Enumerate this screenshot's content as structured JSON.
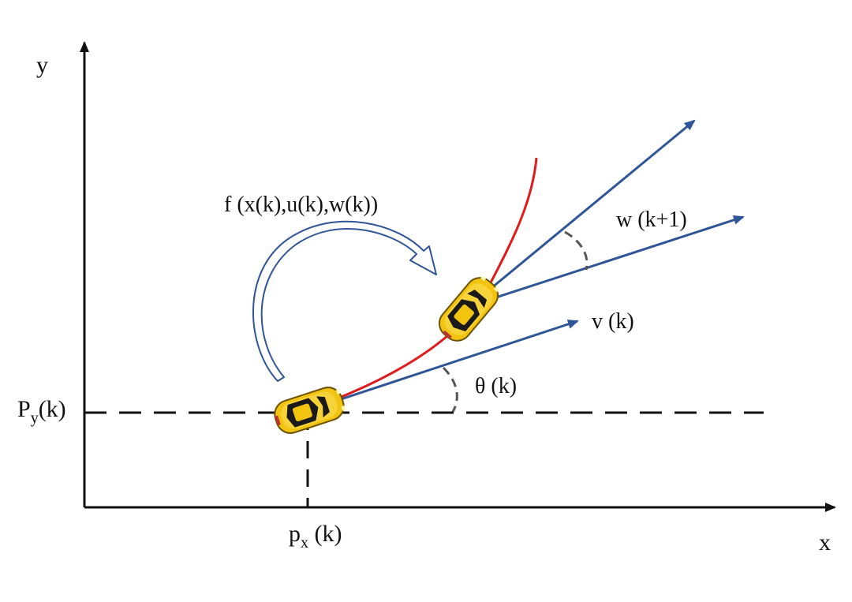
{
  "axes": {
    "x_label": "x",
    "y_label": "y"
  },
  "labels": {
    "py_main": "P",
    "py_sub": "y",
    "py_arg": "(k)",
    "px_main": "p",
    "px_sub": "x",
    "px_arg": " (k)",
    "transition": "f (x(k),u(k),w(k))",
    "velocity": "v (k)",
    "heading": "θ (k)",
    "yaw_rate": "w (k+1)"
  },
  "colors": {
    "axis": "#111111",
    "trajectory": "#e01b1b",
    "vector": "#2f5597",
    "transition_arrow": "#2f5597",
    "car_body": "#f2c40f",
    "car_glass": "#1a1a1a"
  },
  "icons": {
    "car_start": "yellow-car-icon",
    "car_next": "yellow-car-icon"
  }
}
